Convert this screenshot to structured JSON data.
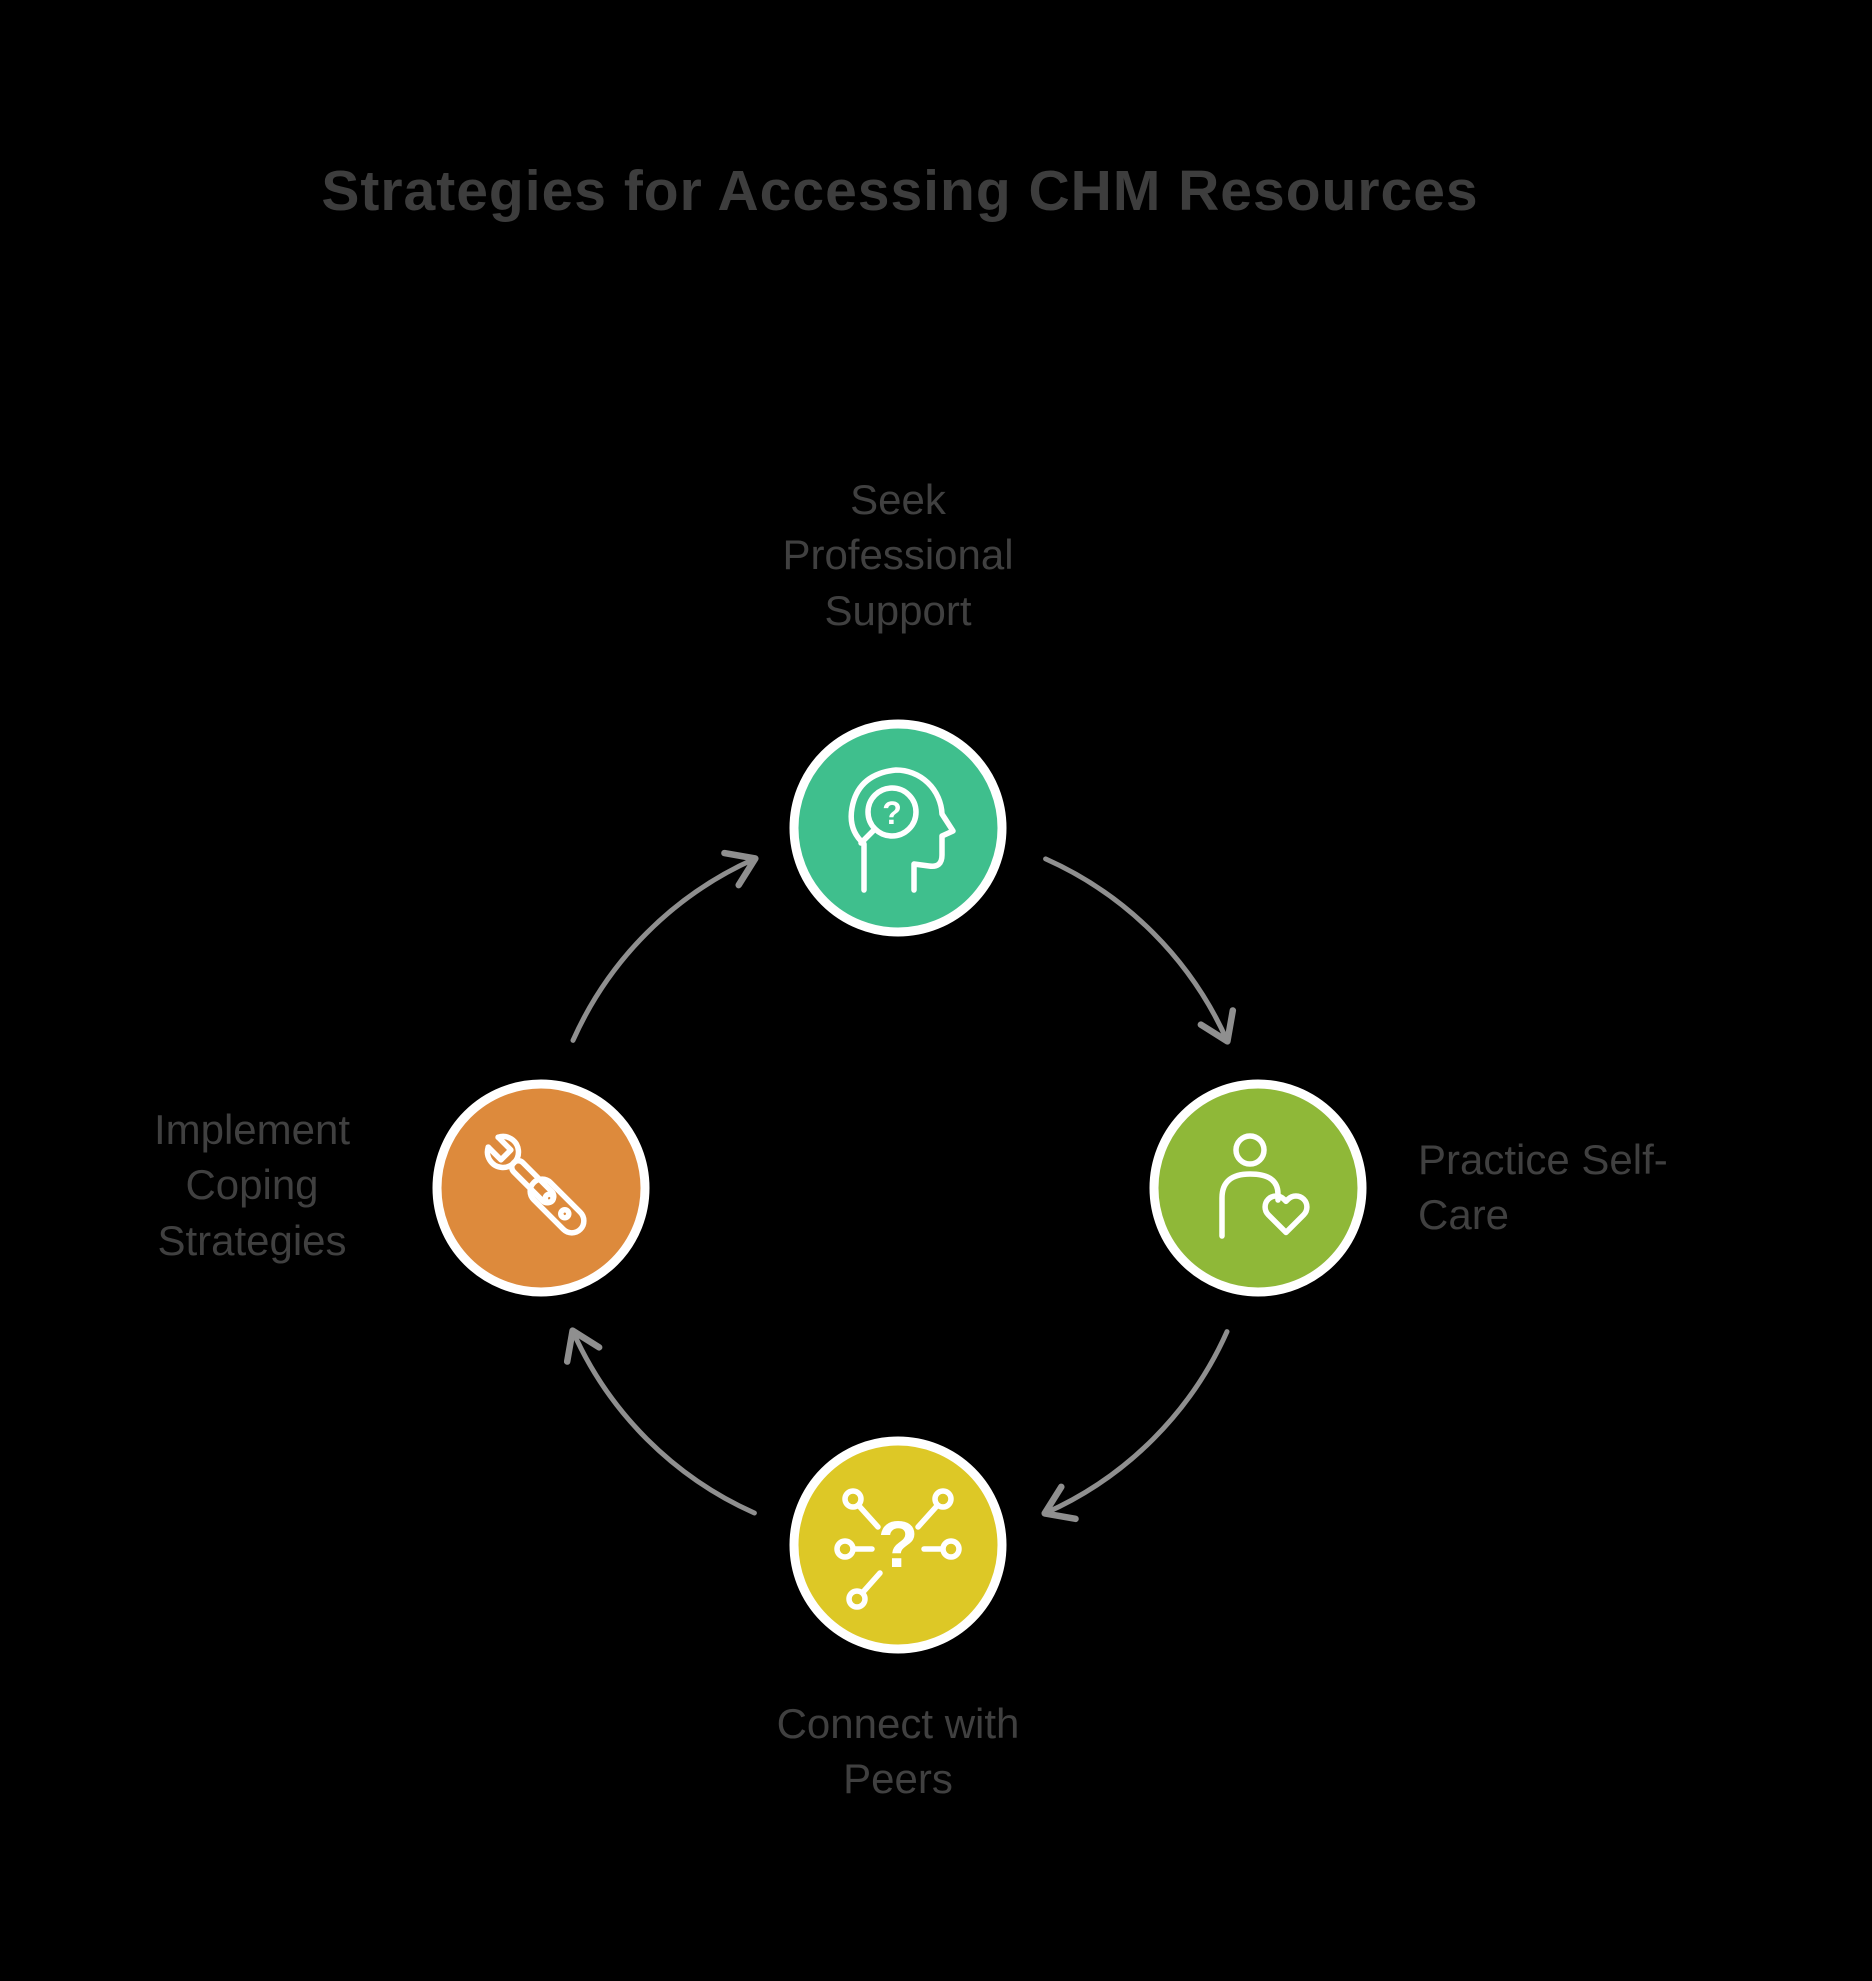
{
  "title": "Strategies for Accessing CHM Resources",
  "background_color": "#000000",
  "text_color": "#3d3d3d",
  "nodes": [
    {
      "id": "seek-professional-support",
      "label": "Seek Professional Support",
      "color": "#3fbf8d",
      "icon": "head-magnifier-icon"
    },
    {
      "id": "practice-self-care",
      "label": "Practice Self-Care",
      "color": "#8fb838",
      "icon": "person-heart-icon"
    },
    {
      "id": "connect-with-peers",
      "label": "Connect with Peers",
      "color": "#ddc826",
      "icon": "network-question-icon"
    },
    {
      "id": "implement-coping-strategies",
      "label": "Implement Coping Strategies",
      "color": "#dd8a3c",
      "icon": "tools-icon"
    }
  ],
  "arrows": {
    "color": "#8f8f8f",
    "direction": "clockwise"
  },
  "ring": {
    "stroke_color": "#ffffff"
  },
  "glyphs": {
    "question_mark": "?"
  }
}
